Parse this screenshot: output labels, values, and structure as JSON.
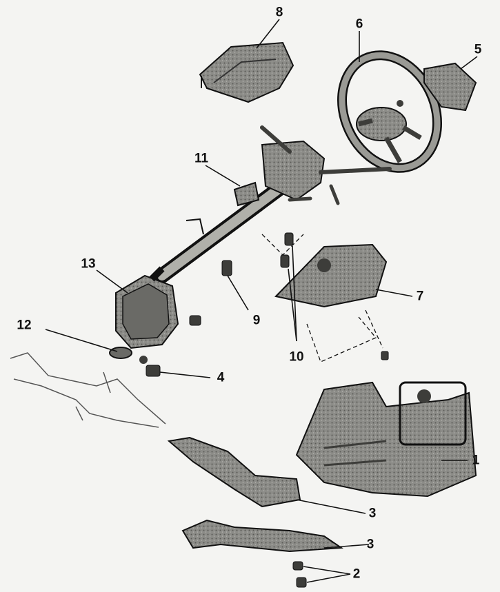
{
  "callouts": {
    "c1": "1",
    "c2": "2",
    "c3a": "3",
    "c3b": "3",
    "c4": "4",
    "c5": "5",
    "c6": "6",
    "c7": "7",
    "c8": "8",
    "c9": "9",
    "c10": "10",
    "c11": "11",
    "c12": "12",
    "c13": "13"
  },
  "colors": {
    "ink": "#111111",
    "part_fill": "#8c8c88",
    "part_dark": "#3d3d3a",
    "background": "#f4f4f2"
  }
}
